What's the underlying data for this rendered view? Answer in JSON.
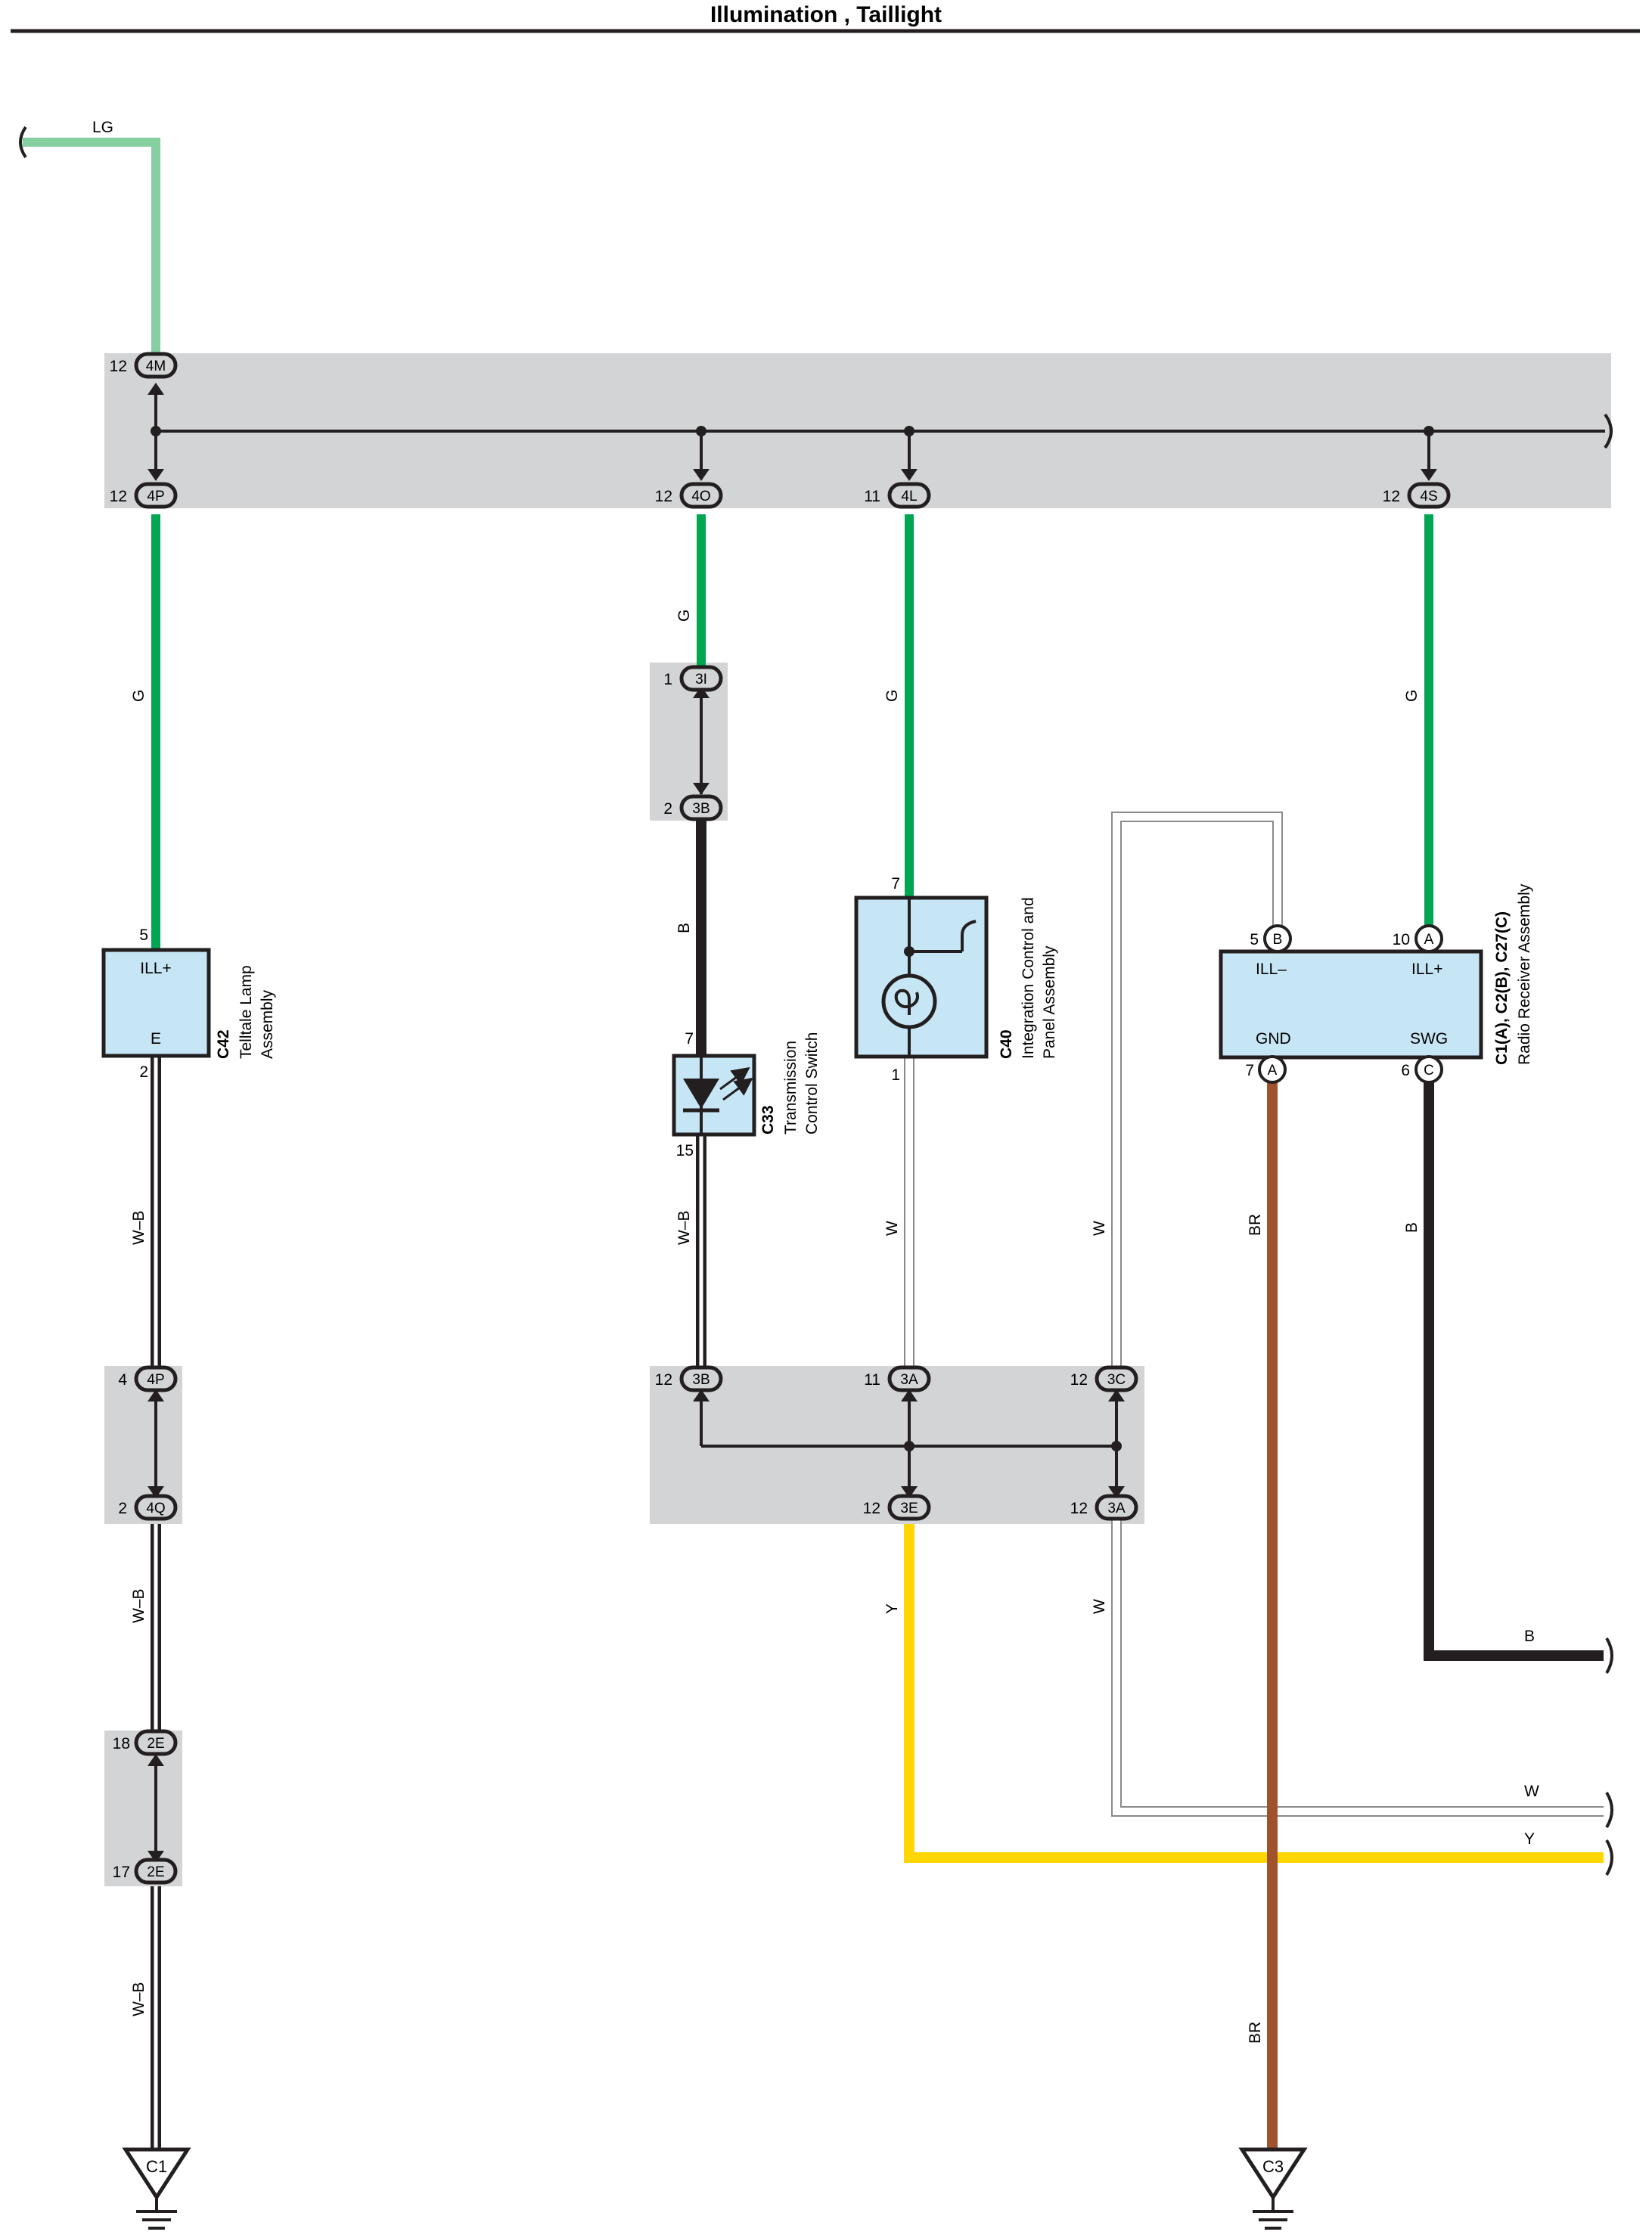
{
  "title": "Illumination , Taillight",
  "colors": {
    "LG": "#86cfa0",
    "G": "#00a651",
    "B": "#231f20",
    "BR": "#a0522d",
    "Y": "#ffd600",
    "W": "#ffffff",
    "WB": "#231f20",
    "component_fill": "#c6e6f5",
    "junction_fill": "#d3d4d6"
  },
  "wires": {
    "lg": "LG",
    "g1": "G",
    "g2": "G",
    "g3": "G",
    "g4": "G",
    "b1": "B",
    "b2": "B",
    "b3": "B",
    "wb1": "W–B",
    "wb2": "W–B",
    "wb3": "W–B",
    "wb4": "W–B",
    "w1": "W",
    "w2": "W",
    "w3": "W",
    "w4": "W",
    "br1": "BR",
    "br2": "BR",
    "y1": "Y",
    "y2": "Y"
  },
  "connectors": {
    "c4m": {
      "code": "4M",
      "pin": "12"
    },
    "c4p_top": {
      "code": "4P",
      "pin": "12"
    },
    "c4o": {
      "code": "4O",
      "pin": "12"
    },
    "c4l": {
      "code": "4L",
      "pin": "11"
    },
    "c4s": {
      "code": "4S",
      "pin": "12"
    },
    "c3i": {
      "code": "3I",
      "pin": "1"
    },
    "c3b_top": {
      "code": "3B",
      "pin": "2"
    },
    "c4p_mid": {
      "code": "4P",
      "pin": "4"
    },
    "c4q": {
      "code": "4Q",
      "pin": "2"
    },
    "c2e_a": {
      "code": "2E",
      "pin": "18"
    },
    "c2e_b": {
      "code": "2E",
      "pin": "17"
    },
    "c3b_jb": {
      "code": "3B",
      "pin": "12"
    },
    "c3a_jb": {
      "code": "3A",
      "pin": "11"
    },
    "c3c_jb": {
      "code": "3C",
      "pin": "12"
    },
    "c3e_jb": {
      "code": "3E",
      "pin": "12"
    },
    "c3a_jb2": {
      "code": "3A",
      "pin": "12"
    }
  },
  "components": {
    "c42": {
      "code": "C42",
      "name1": "Telltale Lamp",
      "name2": "Assembly",
      "pin_in": "5",
      "pin_out": "2",
      "label_in": "ILL+",
      "label_out": "E"
    },
    "c33": {
      "code": "C33",
      "name1": "Transmission",
      "name2": "Control Switch",
      "pin_in": "7",
      "pin_out": "15"
    },
    "c40": {
      "code": "C40",
      "name1": "Integration Control and",
      "name2": "Panel Assembly",
      "pin_in": "7",
      "pin_out": "1"
    },
    "radio": {
      "code": "C1(A), C2(B), C27(C)",
      "name1": "Radio Receiver Assembly",
      "pin_ill_minus": "5",
      "conn_ill_minus": "B",
      "label_ill_minus": "ILL–",
      "pin_ill_plus": "10",
      "conn_ill_plus": "A",
      "label_ill_plus": "ILL+",
      "pin_gnd": "7",
      "conn_gnd": "A",
      "label_gnd": "GND",
      "pin_swg": "6",
      "conn_swg": "C",
      "label_swg": "SWG"
    }
  },
  "grounds": {
    "g1": "C1",
    "g2": "C3"
  }
}
